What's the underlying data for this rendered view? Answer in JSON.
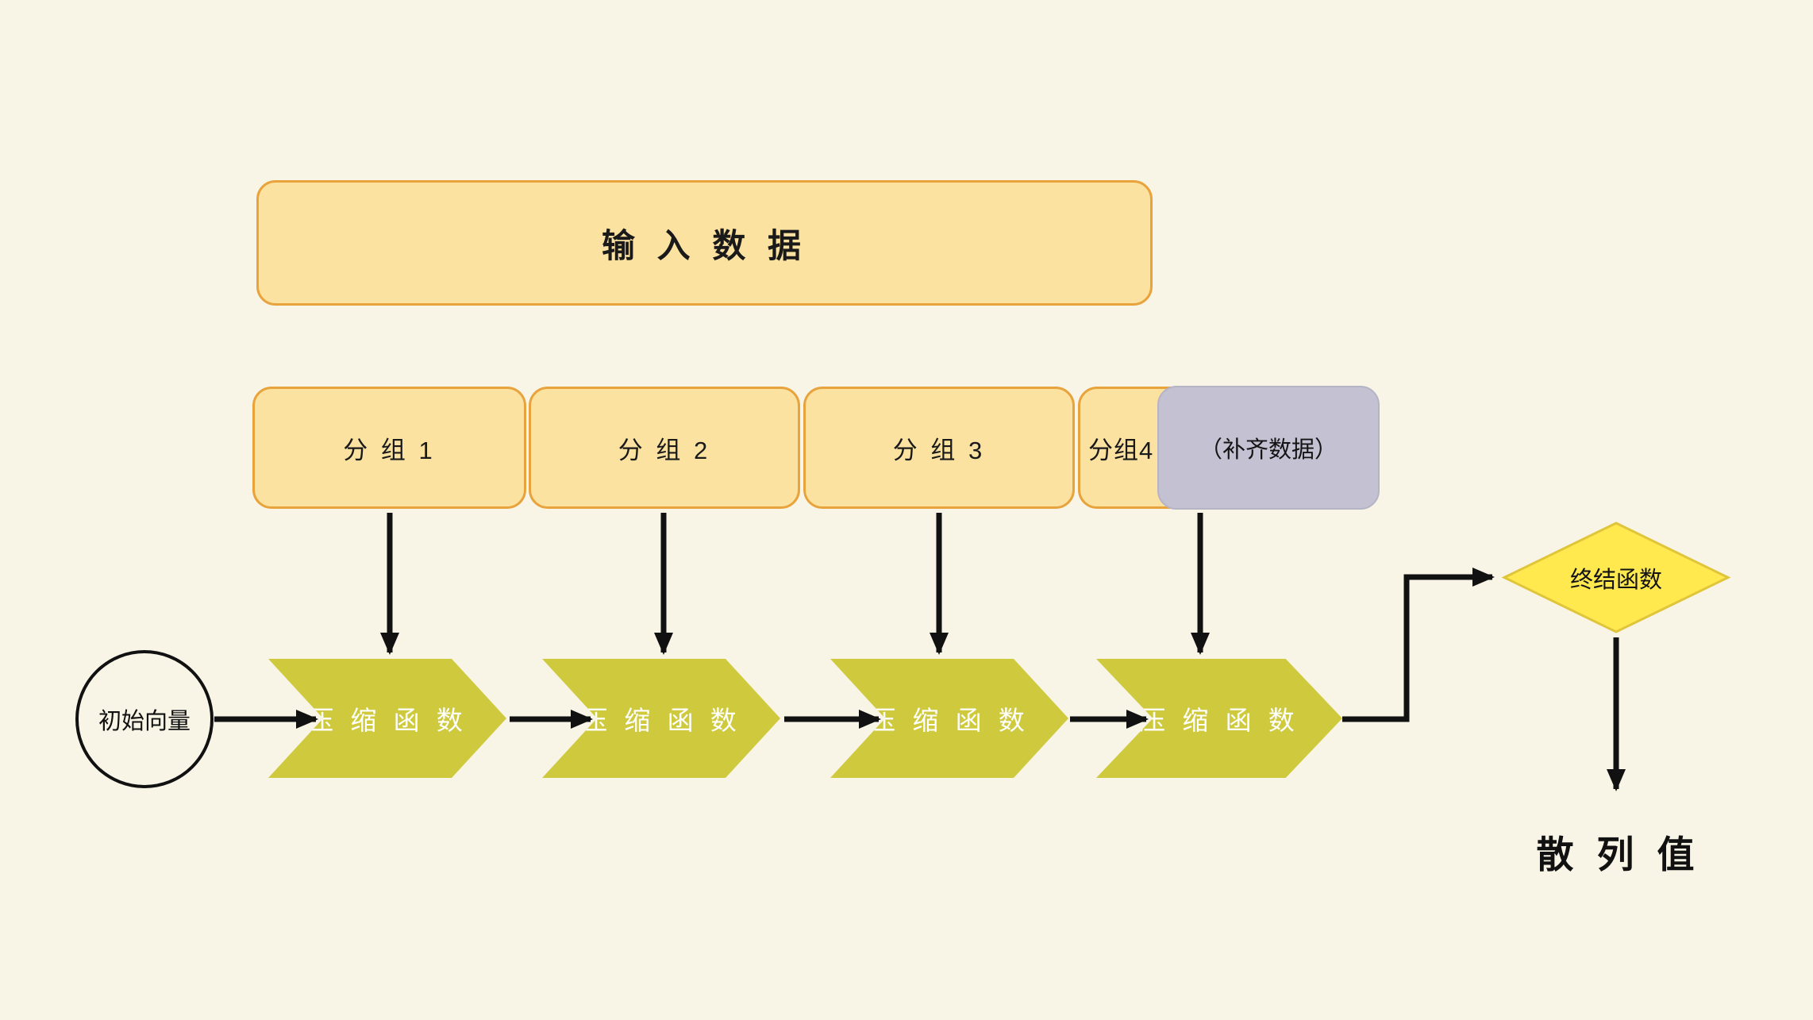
{
  "diagram": {
    "title_semantic": "hash-function-merkle-damgard-flow",
    "colors": {
      "background": "#f8f5e7",
      "box_fill": "#fbe2a0",
      "box_border": "#e8a33d",
      "padding_fill": "#c4c2d2",
      "chevron_fill": "#cfca3d",
      "diamond_fill": "#ffe94f",
      "diamond_border": "#e0c53a",
      "arrow": "#111111"
    },
    "input_box": {
      "label": "输 入 数 据"
    },
    "groups": [
      {
        "label": "分 组 1"
      },
      {
        "label": "分 组 2"
      },
      {
        "label": "分 组 3"
      },
      {
        "label": "分组4"
      }
    ],
    "padding_box": {
      "label": "（补齐数据）"
    },
    "initial_vector": {
      "label": "初始向量"
    },
    "compression_functions": [
      {
        "label": "压 缩 函 数"
      },
      {
        "label": "压 缩 函 数"
      },
      {
        "label": "压 缩 函 数"
      },
      {
        "label": "压 缩 函 数"
      }
    ],
    "final_function": {
      "label": "终结函数"
    },
    "output": {
      "label": "散 列 值"
    }
  }
}
